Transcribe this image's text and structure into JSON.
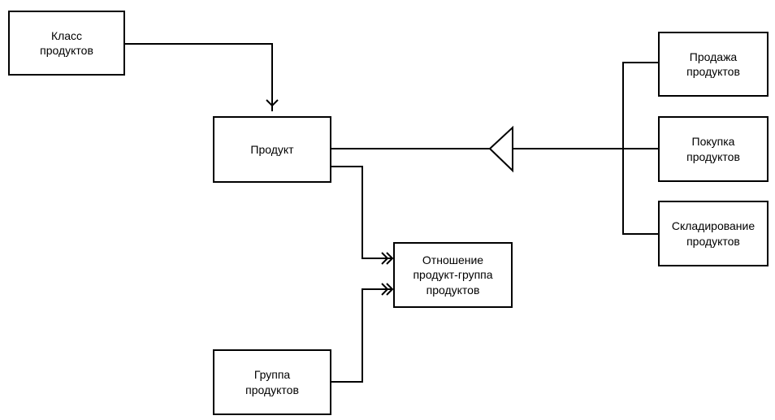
{
  "diagram": {
    "entities": {
      "product_class": "Класс\nпродуктов",
      "product": "Продукт",
      "product_group_relation": "Отношение\nпродукт-группа\nпродуктов",
      "product_group": "Группа\nпродуктов",
      "product_sales": "Продажа\nпродуктов",
      "product_purchase": "Покупка\nпродуктов",
      "product_storage": "Складирование\nпродуктов"
    },
    "relationships": [
      {
        "from": "product_class",
        "to": "product",
        "type": "one-to-many"
      },
      {
        "from": "product",
        "to": "product_group_relation",
        "type": "one-to-many"
      },
      {
        "from": "product_group",
        "to": "product_group_relation",
        "type": "one-to-many"
      },
      {
        "from": "product",
        "to": [
          "product_sales",
          "product_purchase",
          "product_storage"
        ],
        "type": "generalization"
      }
    ],
    "colors": {
      "line": "#000000",
      "box_fill": "#ffffff",
      "text": "#000000"
    }
  }
}
